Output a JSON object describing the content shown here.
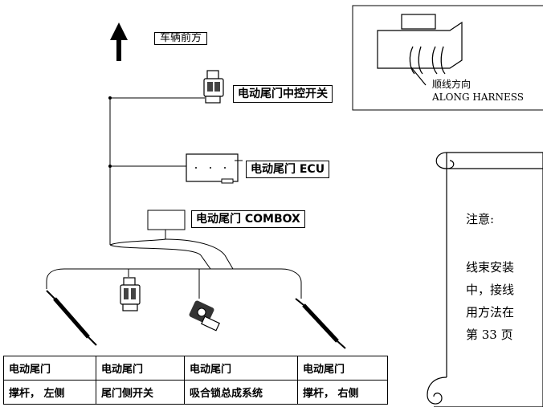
{
  "vehicle_front_label": "车辆前方",
  "modules": {
    "central_switch": "电动尾门中控开关",
    "ecu": "电动尾门 ECU",
    "combox": "电动尾门 COMBOX"
  },
  "components": [
    {
      "line1": "电动尾门",
      "line2": "撑杆， 左侧"
    },
    {
      "line1": "电动尾门",
      "line2": "尾门侧开关"
    },
    {
      "line1": "电动尾门",
      "line2": "吸合锁总成系统"
    },
    {
      "line1": "电动尾门",
      "line2": "撑杆， 右侧"
    }
  ],
  "harness_inset": {
    "label_cn": "顺线方向",
    "label_en": "ALONG HARNESS"
  },
  "note": {
    "title": "注意:",
    "lines": [
      "线束安装",
      "中，接线",
      "用方法在",
      "第 33 页"
    ]
  }
}
